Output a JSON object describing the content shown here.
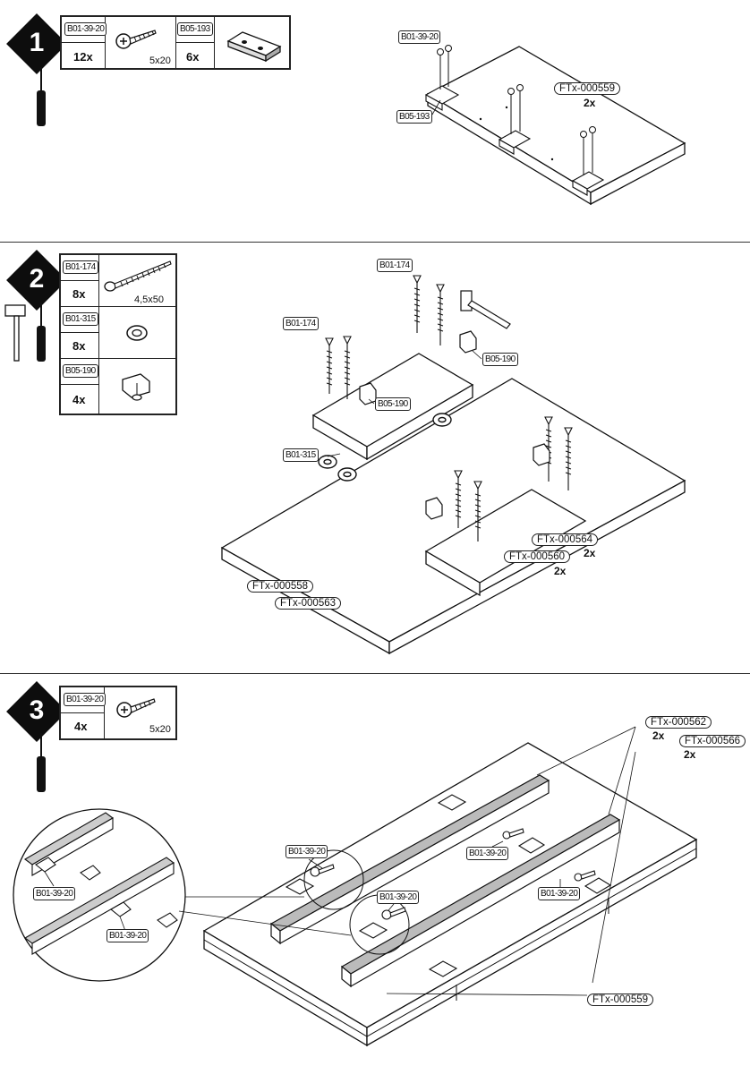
{
  "steps": [
    {
      "number": "1",
      "parts": [
        {
          "code": "B01-39-20",
          "qty": "12x",
          "dim": "5x20"
        },
        {
          "code": "B05-193",
          "qty": "6x"
        }
      ],
      "callouts": {
        "screw": "B01-39-20",
        "connector": "B05-193",
        "panel": "FTx-000559",
        "panel_qty": "2x"
      }
    },
    {
      "number": "2",
      "parts": [
        {
          "code": "B01-174",
          "qty": "8x",
          "dim": "4,5x50"
        },
        {
          "code": "B01-315",
          "qty": "8x"
        },
        {
          "code": "B05-190",
          "qty": "4x"
        }
      ],
      "callouts": {
        "screw_a": "B01-174",
        "screw_b": "B01-174",
        "bracket_a": "B05-190",
        "bracket_b": "B05-190",
        "washer": "B01-315",
        "panel_a": "FTx-000558",
        "panel_b": "FTx-000563",
        "panel_c": "FTx-000564",
        "panel_c_qty": "2x",
        "panel_d": "FTx-000560",
        "panel_d_qty": "2x"
      }
    },
    {
      "number": "3",
      "parts": [
        {
          "code": "B01-39-20",
          "qty": "4x",
          "dim": "5x20"
        }
      ],
      "callouts": {
        "rail_a": "FTx-000562",
        "rail_a_qty": "2x",
        "rail_b": "FTx-000566",
        "rail_b_qty": "2x",
        "screw_1": "B01-39-20",
        "screw_2": "B01-39-20",
        "screw_3": "B01-39-20",
        "screw_4": "B01-39-20",
        "zoom_screw_1": "B01-39-20",
        "zoom_screw_2": "B01-39-20",
        "base": "FTx-000559"
      }
    }
  ],
  "icons": [
    "screwdriver-icon",
    "hammer-icon",
    "screw-icon",
    "connector-block-icon",
    "washer-icon",
    "bracket-icon"
  ]
}
